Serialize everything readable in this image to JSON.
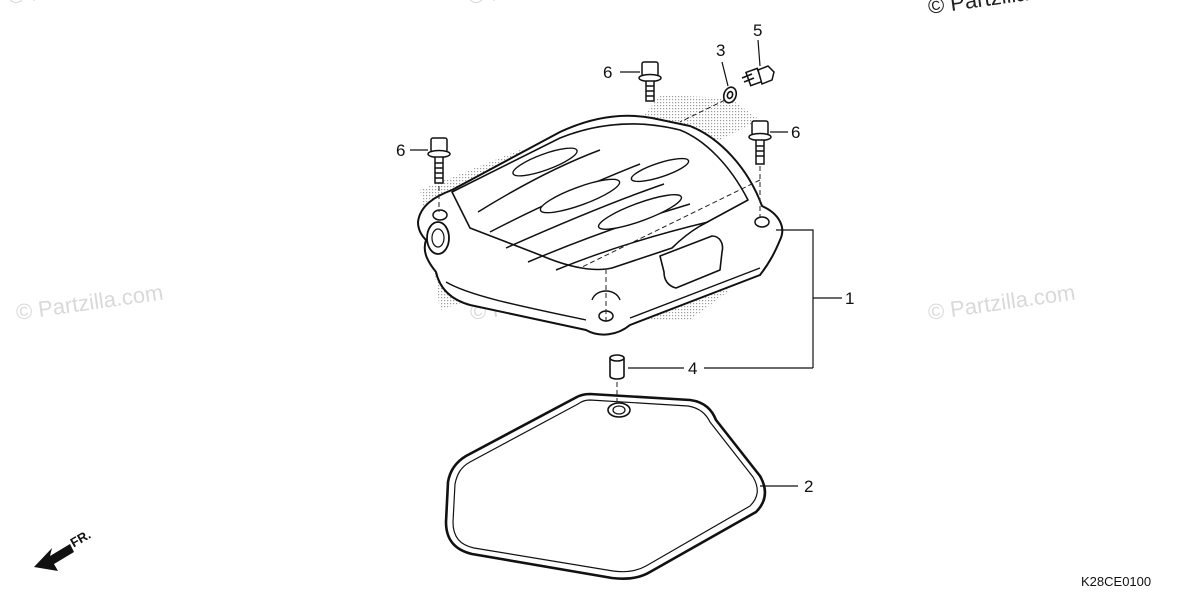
{
  "watermarks": {
    "top_left": "© Partzilla.com",
    "top_center": "© Partzilla.com",
    "top_right": "© Partzilla.com",
    "mid_left": "© Partzilla.com",
    "mid_center": "© Partzilla.com",
    "mid_right": "© Partzilla.com"
  },
  "callouts": {
    "c1": "1",
    "c2": "2",
    "c3": "3",
    "c4": "4",
    "c5": "5",
    "c6a": "6",
    "c6b": "6",
    "c6c": "6"
  },
  "front_label": "FR.",
  "diagram_code": "K28CE0100"
}
